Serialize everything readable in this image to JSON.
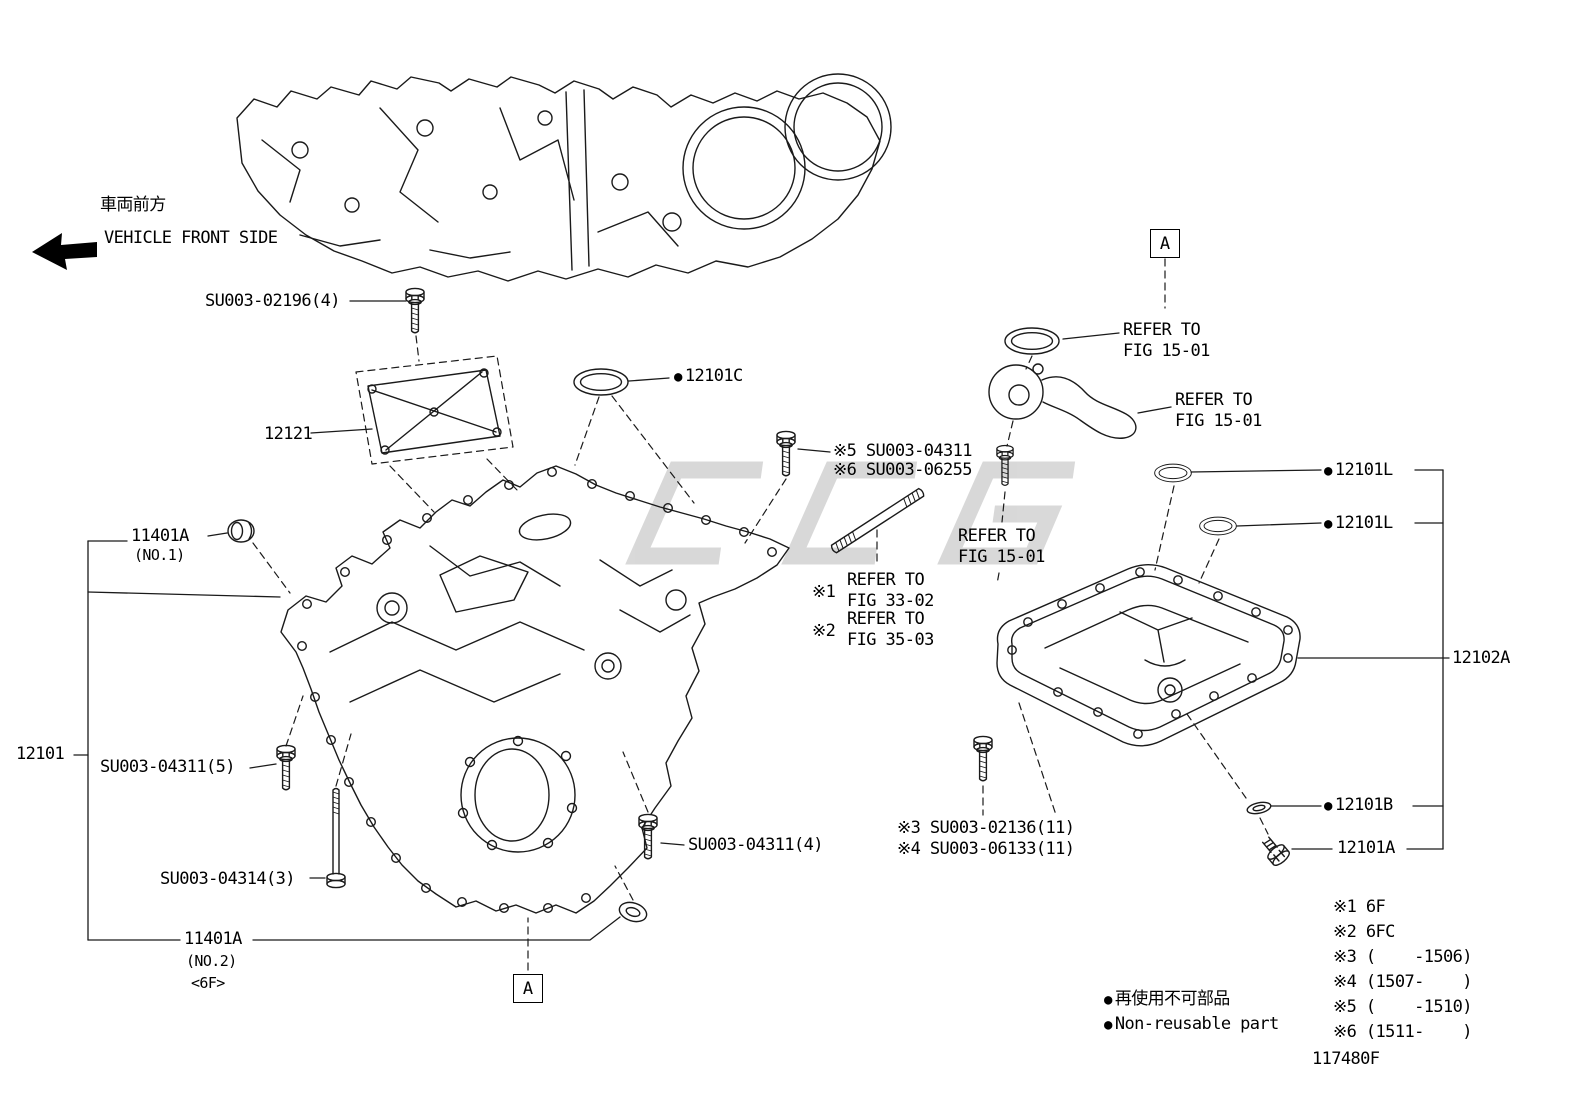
{
  "diagram": {
    "code": "117480F",
    "direction_jp": "車両前方",
    "direction_en": "VEHICLE FRONT SIDE",
    "marker_a": "A",
    "bullet": "●"
  },
  "callouts": {
    "bolt_top": "SU003-02196(4)",
    "gasket_plate": "12121",
    "oring_c": "12101C",
    "plug_no1": "11401A",
    "plug_no1_note": "(NO.1)",
    "pan_upper": "12101",
    "bolt_5": "SU003-04311(5)",
    "bolt_long": "SU003-04314(3)",
    "plug_no2": "11401A",
    "plug_no2_note": "(NO.2)",
    "plug_no2_trans": "<6F>",
    "bolt_4": "SU003-04311(4)",
    "stud_alt_5": "※5 SU003-04311",
    "stud_alt_6": "※6 SU003-06255",
    "pan_bolts_3": "※3 SU003-02136(11)",
    "pan_bolts_4": "※4 SU003-06133(11)",
    "oring_l_1": "12101L",
    "oring_l_2": "12101L",
    "pan_lower": "12102A",
    "gasket_b": "12101B",
    "drain_plug": "12101A"
  },
  "refers": {
    "top_l1": "REFER TO",
    "top_l2": "FIG 15-01",
    "strainer_l1": "REFER TO",
    "strainer_l2": "FIG 15-01",
    "mid_l1": "REFER TO",
    "mid_l2": "FIG 15-01",
    "fig3302_mark": "※1",
    "fig3302_l1": "REFER TO",
    "fig3302_l2": "FIG 33-02",
    "fig3503_mark": "※2",
    "fig3503_l1": "REFER TO",
    "fig3503_l2": "FIG 35-03"
  },
  "legend": {
    "n1": "※1 6F",
    "n2": "※2 6FC",
    "n3": "※3 (    -1506)",
    "n4": "※4 (1507-    )",
    "n5": "※5 (    -1510)",
    "n6": "※6 (1511-    )",
    "non_reusable_jp": "再使用不可部品",
    "non_reusable_en": "Non-reusable part"
  }
}
